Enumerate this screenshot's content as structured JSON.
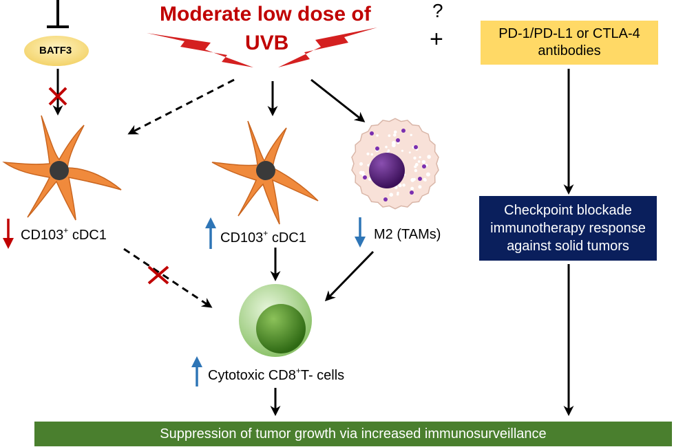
{
  "title": {
    "line1": "Moderate low dose of",
    "line2": "UVB"
  },
  "question_mark": "?",
  "plus_sign": "+",
  "batf3": "BATF3",
  "left_cell": {
    "name": "CD103",
    "sup": "+",
    "suffix": " cDC1",
    "direction": "down"
  },
  "middle_cell": {
    "name": "CD103",
    "sup": "+",
    "suffix": " cDC1",
    "direction": "up"
  },
  "macrophage": {
    "label": "M2 (TAMs)",
    "direction": "down"
  },
  "tcell": {
    "prefix": "Cytotoxic CD8",
    "sup": "+",
    "suffix": "T- cells",
    "direction": "up"
  },
  "antibodies": {
    "line1": "PD-1/PD-L1 or CTLA-4",
    "line2": "antibodies"
  },
  "response": {
    "line1": "Checkpoint blockade",
    "line2": "immunotherapy response",
    "line3": "against solid tumors"
  },
  "outcome": "Suppression of tumor growth via  increased immunosurveillance",
  "colors": {
    "title_red": "#c00000",
    "lightning_red": "#d42020",
    "dendritic_orange": "#f08a3c",
    "nucleus_dark": "#3a3a3a",
    "up_arrow_blue": "#2e75b6",
    "down_arrow_red": "#c00000",
    "down_arrow_blue": "#2e75b6",
    "batf3_yellow": "#fbe28a",
    "antibody_box": "#ffd966",
    "response_box": "#0a1f5c",
    "outcome_bar": "#4a7f2e",
    "macrophage_fill": "#f8e1d8",
    "macrophage_nucleus": "#4b1a6b",
    "tcell_outer": "#b9dfa0",
    "tcell_inner": "#4f8f2a"
  }
}
